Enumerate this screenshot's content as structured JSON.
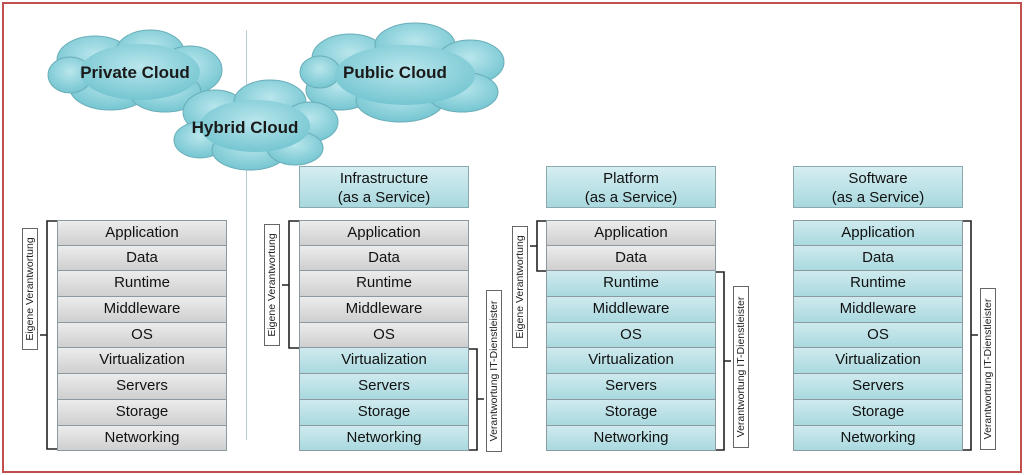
{
  "clouds": {
    "private": "Private Cloud",
    "hybrid": "Hybrid Cloud",
    "public": "Public Cloud"
  },
  "headers": {
    "iaas": [
      "Infrastructure",
      "(as a Service)"
    ],
    "paas": [
      "Platform",
      "(as a Service)"
    ],
    "saas": [
      "Software",
      "(as a Service)"
    ]
  },
  "layers": [
    "Application",
    "Data",
    "Runtime",
    "Middleware",
    "OS",
    "Virtualization",
    "Servers",
    "Storage",
    "Networking"
  ],
  "labels": {
    "own": "Eigene Verantwortung",
    "provider": "Verantwortung IT-Dienstleister"
  },
  "colors": {
    "own_fill": "#d9d9d9",
    "provider_fill": "#b7e1e6",
    "cloud_fill": "#8fd3dc",
    "frame_border": "#c0504d"
  }
}
